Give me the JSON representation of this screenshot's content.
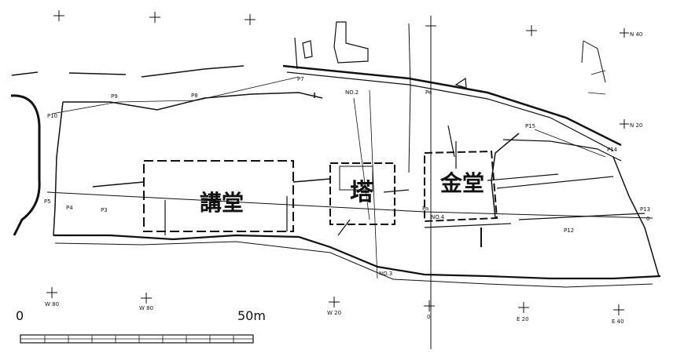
{
  "buildings": {
    "lecture_hall": "講堂",
    "pagoda": "塔",
    "golden_hall": "金堂"
  },
  "points": {
    "p3": "P3",
    "p4": "P4",
    "p5": "P5",
    "p7": "P7",
    "p8": "P8",
    "p9": "P9",
    "p10": "P10",
    "p12": "P12",
    "p13": "P13",
    "p14": "P14",
    "p15": "P15",
    "no2": "NO.2",
    "no3": "NO.3",
    "no4": "NO.4",
    "p_zero": "Pe",
    "p_zero_b": "Pa"
  },
  "grid": {
    "n40": "N 40",
    "n20": "N 20",
    "zero_right": "0",
    "w80a": "W 80",
    "w80b": "W 80",
    "w20": "W 20",
    "zero_bottom": "0",
    "e20": "E 20",
    "e40": "E 40"
  },
  "scale": {
    "start": "0",
    "end": "50m"
  },
  "colors": {
    "ink": "#111111",
    "paper": "#ffffff"
  }
}
